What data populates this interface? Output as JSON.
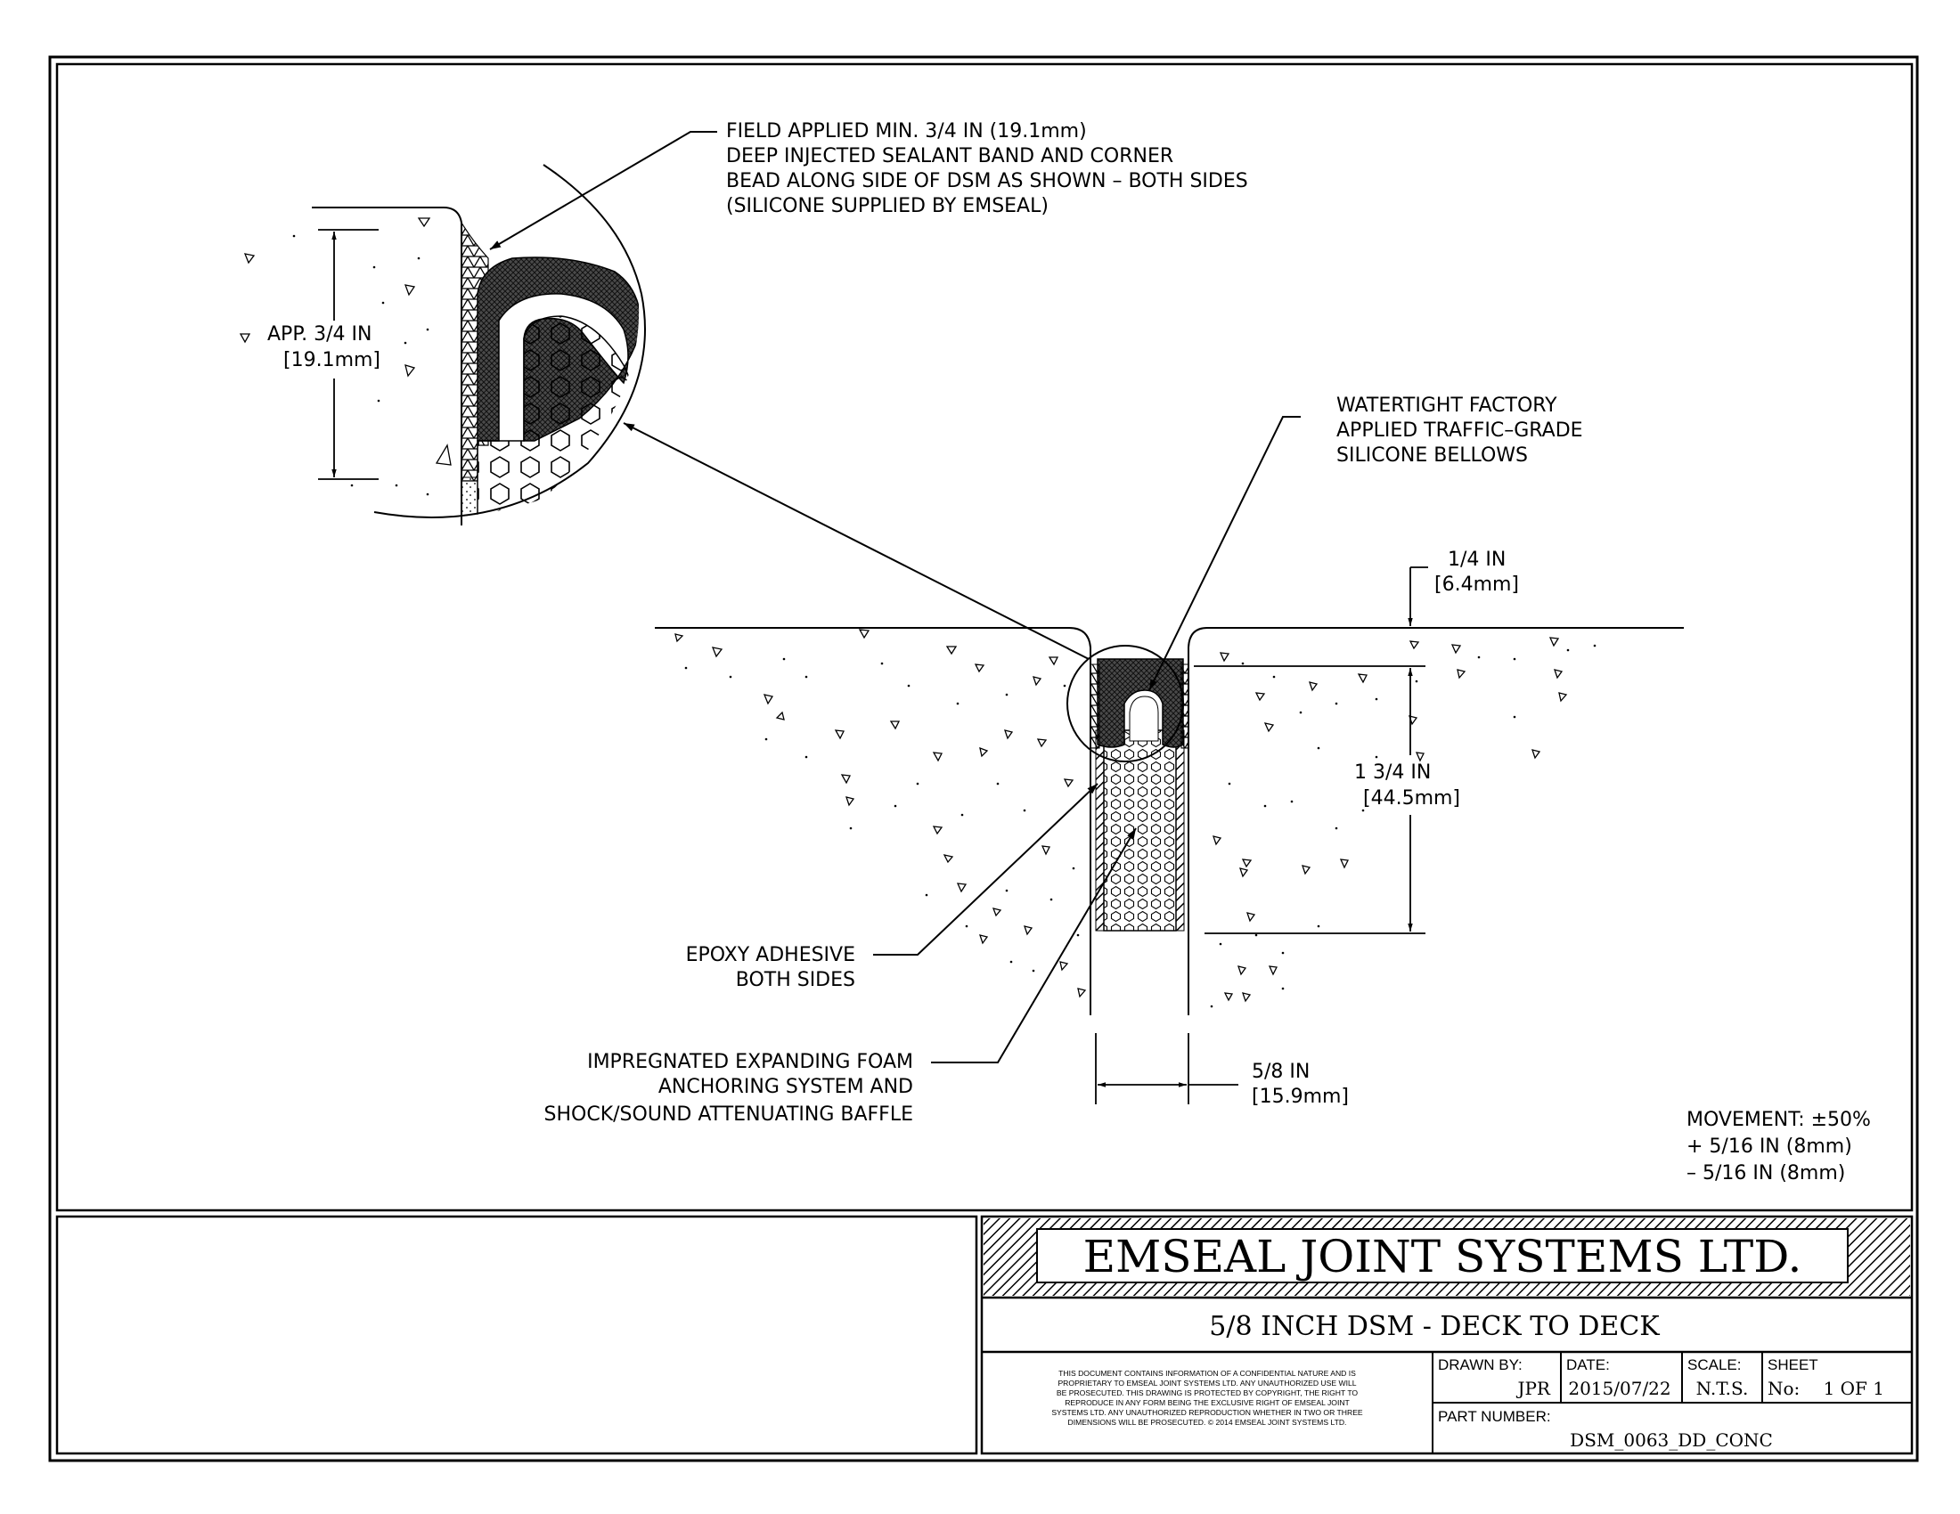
{
  "callouts": {
    "sealant": [
      "FIELD APPLIED MIN. 3/4 IN (19.1mm)",
      "DEEP INJECTED SEALANT BAND AND CORNER",
      "BEAD ALONG SIDE OF DSM AS SHOWN – BOTH SIDES",
      "(SILICONE SUPPLIED BY EMSEAL)"
    ],
    "bellows": [
      "WATERTIGHT FACTORY",
      "APPLIED TRAFFIC–GRADE",
      "SILICONE BELLOWS"
    ],
    "epoxy": [
      "EPOXY ADHESIVE",
      "BOTH SIDES"
    ],
    "foam": [
      "IMPREGNATED EXPANDING FOAM",
      "ANCHORING SYSTEM AND",
      "SHOCK/SOUND ATTENUATING BAFFLE"
    ]
  },
  "dimensions": {
    "detail_depth": [
      "APP. 3/4 IN",
      "[19.1mm]"
    ],
    "recess": [
      "1/4 IN",
      "[6.4mm]"
    ],
    "depth": [
      "1 3/4 IN",
      "[44.5mm]"
    ],
    "width": [
      "5/8 IN",
      "[15.9mm]"
    ]
  },
  "movement": [
    "MOVEMENT: ±50%",
    "+ 5/16 IN (8mm)",
    "– 5/16 IN (8mm)"
  ],
  "title_block": {
    "company": "EMSEAL JOINT SYSTEMS LTD.",
    "drawing_title": "5/8 INCH DSM - DECK TO DECK",
    "notice": [
      "THIS DOCUMENT CONTAINS INFORMATION OF A CONFIDENTIAL NATURE AND IS",
      "PROPRIETARY TO EMSEAL JOINT SYSTEMS LTD. ANY UNAUTHORIZED USE WILL",
      "BE PROSECUTED. THIS DRAWING IS PROTECTED BY COPYRIGHT, THE RIGHT TO",
      "REPRODUCE IN ANY FORM BEING THE EXCLUSIVE RIGHT OF EMSEAL JOINT",
      "SYSTEMS LTD. ANY UNAUTHORIZED REPRODUCTION WHETHER IN TWO OR THREE",
      "DIMENSIONS WILL BE PROSECUTED. © 2014 EMSEAL JOINT SYSTEMS LTD."
    ],
    "drawn_by_label": "DRAWN BY:",
    "drawn_by": "JPR",
    "date_label": "DATE:",
    "date": "2015/07/22",
    "scale_label": "SCALE:",
    "scale": "N.T.S.",
    "sheet_label": "SHEET",
    "sheet_no_label": "No:",
    "sheet": "1 OF 1",
    "part_number_label": "PART NUMBER:",
    "part_number": "DSM_0063_DD_CONC"
  },
  "colors": {
    "ink": "#000000",
    "paper": "#ffffff",
    "fill_dark": "#4a4a4a"
  }
}
